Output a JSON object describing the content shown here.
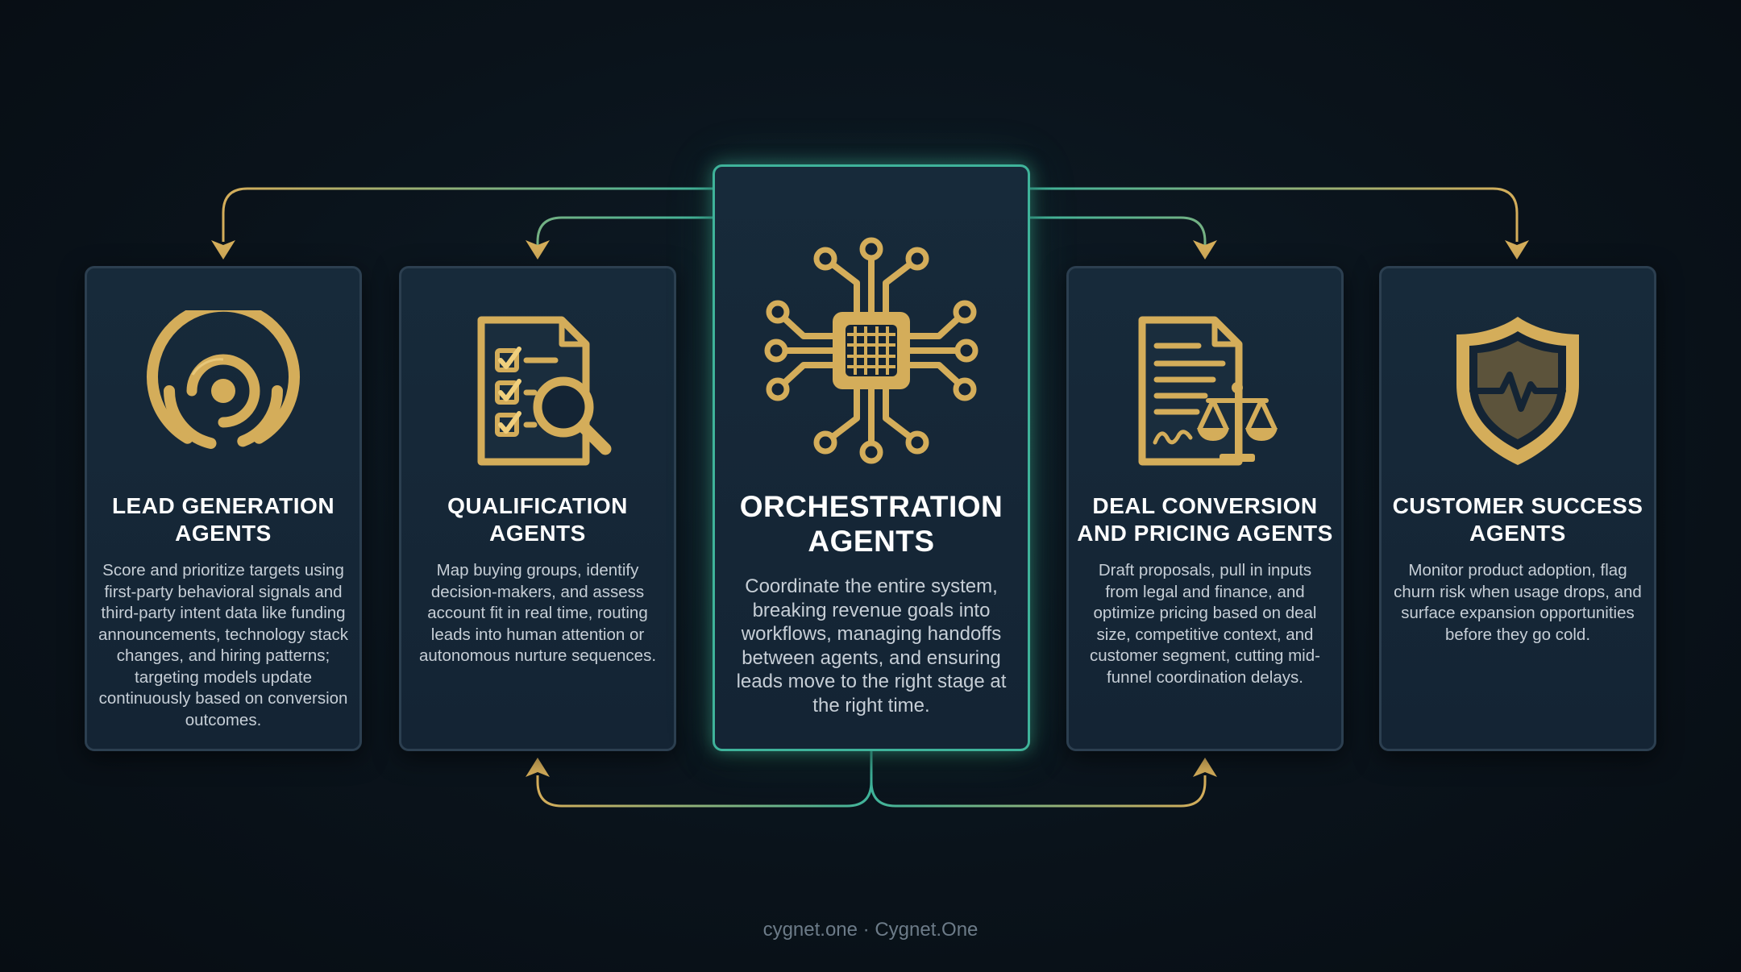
{
  "colors": {
    "gold": "#d4ad5a",
    "teal": "#3fb39a",
    "card_bg": "#162838",
    "background": "#0a131b"
  },
  "cards": [
    {
      "title": "LEAD GENERATION AGENTS",
      "description": "Score and prioritize targets using first-party behavioral signals and third-party intent data like funding announcements, technology stack changes, and hiring patterns; targeting models update continuously based on conversion outcomes.",
      "icon": "radar-target-icon"
    },
    {
      "title": "QUALIFICATION AGENTS",
      "description": "Map buying groups, identify decision-makers, and assess account fit in real time, routing leads into human attention or autonomous nurture sequences.",
      "icon": "checklist-magnifier-icon"
    },
    {
      "title": "ORCHESTRATION AGENTS",
      "description": "Coordinate the entire system, breaking revenue goals into workflows, managing handoffs between agents, and ensuring leads move to the right stage at the right time.",
      "icon": "circuit-chip-icon"
    },
    {
      "title": "DEAL CONVERSION AND PRICING AGENTS",
      "description": "Draft proposals, pull in inputs from legal and finance, and optimize pricing based on deal size, competitive context, and customer segment, cutting mid-funnel coordination delays.",
      "icon": "contract-scales-icon"
    },
    {
      "title": "CUSTOMER SUCCESS AGENTS",
      "description": "Monitor product adoption, flag churn risk when usage drops, and surface expansion opportunities before they go cold.",
      "icon": "shield-heartbeat-icon"
    }
  ],
  "footer": "cygnet.one · Cygnet.One"
}
